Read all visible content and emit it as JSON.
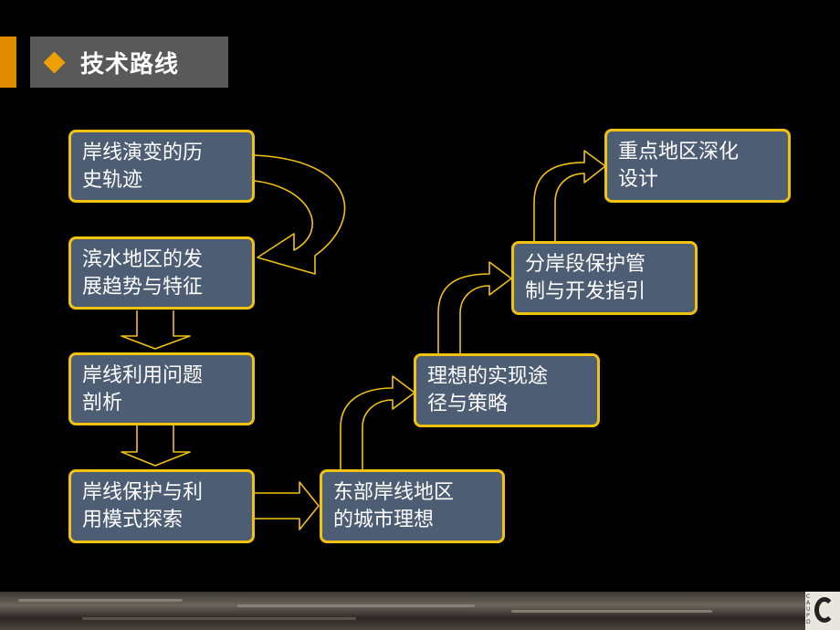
{
  "slide": {
    "title": "技术路线",
    "colors": {
      "accent": "#e08a00",
      "node_fill": "#4d5d73",
      "node_border": "#f2c20f",
      "arrow": "#f2c20f"
    }
  },
  "flow": {
    "nodes": [
      {
        "id": "n1",
        "line1": "岸线演变的历",
        "line2": "史轨迹"
      },
      {
        "id": "n2",
        "line1": "滨水地区的发",
        "line2": "展趋势与特征"
      },
      {
        "id": "n3",
        "line1": "岸线利用问题",
        "line2": "剖析"
      },
      {
        "id": "n4",
        "line1": "岸线保护与利",
        "line2": "用模式探索"
      },
      {
        "id": "n5",
        "line1": "东部岸线地区",
        "line2": "的城市理想"
      },
      {
        "id": "n6",
        "line1": "理想的实现途",
        "line2": "径与策略"
      },
      {
        "id": "n7",
        "line1": "分岸段保护管",
        "line2": "制与开发指引"
      },
      {
        "id": "n8",
        "line1": "重点地区深化",
        "line2": "设计"
      }
    ]
  },
  "footer": {
    "logo_letters": "CAUPD"
  }
}
